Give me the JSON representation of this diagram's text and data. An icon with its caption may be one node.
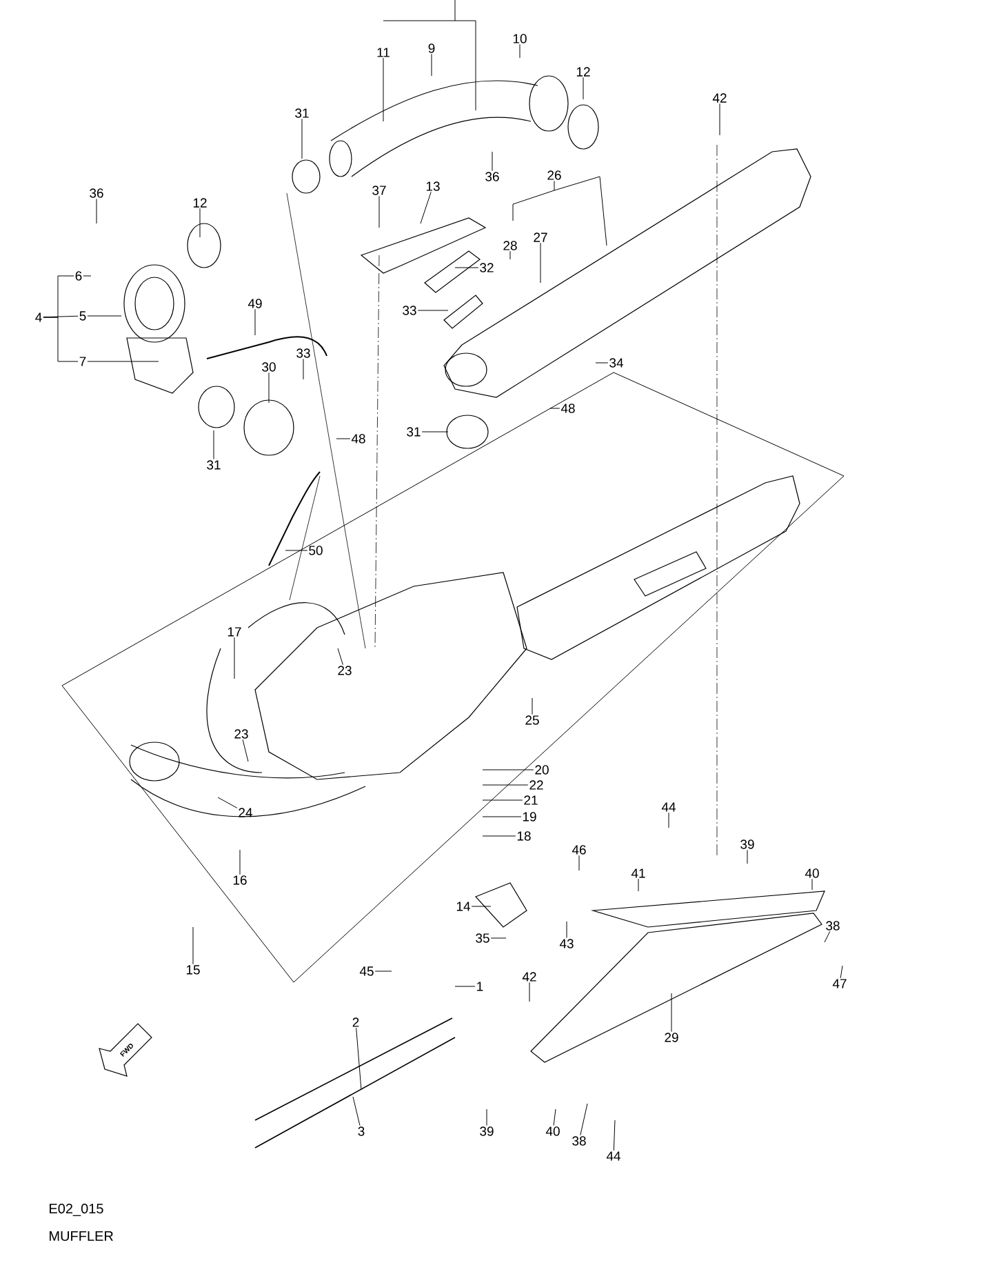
{
  "diagram": {
    "nodes": [
      {
        "text": [
          "10"
        ]
      },
      {
        "text": [
          "9"
        ]
      },
      {
        "text": [
          "11"
        ]
      },
      {
        "text": [
          "12"
        ]
      },
      {
        "text": [
          "42"
        ]
      },
      {
        "text": [
          "31"
        ]
      },
      {
        "text": [
          "26"
        ]
      },
      {
        "text": [
          "36"
        ]
      },
      {
        "text": [
          "13"
        ]
      },
      {
        "text": [
          "37"
        ]
      },
      {
        "text": [
          "36"
        ]
      },
      {
        "text": [
          "12"
        ]
      },
      {
        "text": [
          "27"
        ]
      },
      {
        "text": [
          "28"
        ]
      },
      {
        "text": [
          "32"
        ]
      },
      {
        "text": [
          "6"
        ]
      },
      {
        "text": [
          "49"
        ]
      },
      {
        "text": [
          "33"
        ]
      },
      {
        "text": [
          "4"
        ]
      },
      {
        "text": [
          "5"
        ]
      },
      {
        "text": [
          "33"
        ]
      },
      {
        "text": [
          "7"
        ]
      },
      {
        "text": [
          "34"
        ]
      },
      {
        "text": [
          "30"
        ]
      },
      {
        "text": [
          "48"
        ]
      },
      {
        "text": [
          "31"
        ]
      },
      {
        "text": [
          "48"
        ]
      },
      {
        "text": [
          "31"
        ]
      },
      {
        "text": [
          "50"
        ]
      },
      {
        "text": [
          "17"
        ]
      },
      {
        "text": [
          "23"
        ]
      },
      {
        "text": [
          "25"
        ]
      },
      {
        "text": [
          "23"
        ]
      },
      {
        "text": [
          "20"
        ]
      },
      {
        "text": [
          "22"
        ]
      },
      {
        "text": [
          "21"
        ]
      },
      {
        "text": [
          "44"
        ]
      },
      {
        "text": [
          "24"
        ]
      },
      {
        "text": [
          "19"
        ]
      },
      {
        "text": [
          "18"
        ]
      },
      {
        "text": [
          "39"
        ]
      },
      {
        "text": [
          "46"
        ]
      },
      {
        "text": [
          "40"
        ]
      },
      {
        "text": [
          "41"
        ]
      },
      {
        "text": [
          "16"
        ]
      },
      {
        "text": [
          "14"
        ]
      },
      {
        "text": [
          "38"
        ]
      },
      {
        "text": [
          "35"
        ]
      },
      {
        "text": [
          "43"
        ]
      },
      {
        "text": [
          "15"
        ]
      },
      {
        "text": [
          "45"
        ]
      },
      {
        "text": [
          "42"
        ]
      },
      {
        "text": [
          "1"
        ]
      },
      {
        "text": [
          "47"
        ]
      },
      {
        "text": [
          "2"
        ]
      },
      {
        "text": [
          "29"
        ]
      },
      {
        "text": [
          "3"
        ]
      },
      {
        "text": [
          "39"
        ]
      },
      {
        "text": [
          "40"
        ]
      },
      {
        "text": [
          "38"
        ]
      },
      {
        "text": [
          "44"
        ]
      }
    ],
    "edges": [
      {
        "from": 0,
        "to": null,
        "arrow": "none"
      },
      {
        "from": 1,
        "to": null,
        "arrow": "none"
      },
      {
        "from": 2,
        "to": null,
        "arrow": "none"
      },
      {
        "from": 3,
        "to": null,
        "arrow": "none"
      },
      {
        "from": 4,
        "to": null,
        "arrow": "none"
      },
      {
        "from": 5,
        "to": null,
        "arrow": "none"
      },
      {
        "from": 6,
        "to": null,
        "arrow": "none"
      },
      {
        "from": 7,
        "to": null,
        "arrow": "none"
      },
      {
        "from": 8,
        "to": null,
        "arrow": "none"
      },
      {
        "from": 9,
        "to": null,
        "arrow": "none"
      },
      {
        "from": 10,
        "to": null,
        "arrow": "none"
      },
      {
        "from": 11,
        "to": null,
        "arrow": "none"
      },
      {
        "from": 12,
        "to": null,
        "arrow": "none"
      },
      {
        "from": 13,
        "to": null,
        "arrow": "none"
      },
      {
        "from": 14,
        "to": null,
        "arrow": "none"
      },
      {
        "from": 15,
        "to": null,
        "arrow": "none"
      },
      {
        "from": 16,
        "to": null,
        "arrow": "none"
      },
      {
        "from": 17,
        "to": null,
        "arrow": "none"
      },
      {
        "from": 18,
        "to": 15,
        "arrow": "none"
      },
      {
        "from": 18,
        "to": 19,
        "arrow": "none"
      },
      {
        "from": 18,
        "to": 21,
        "arrow": "none"
      },
      {
        "from": 19,
        "to": null,
        "arrow": "none"
      },
      {
        "from": 20,
        "to": null,
        "arrow": "none"
      },
      {
        "from": 21,
        "to": null,
        "arrow": "none"
      },
      {
        "from": 22,
        "to": null,
        "arrow": "none"
      },
      {
        "from": 23,
        "to": null,
        "arrow": "none"
      },
      {
        "from": 24,
        "to": null,
        "arrow": "none"
      },
      {
        "from": 25,
        "to": null,
        "arrow": "none"
      },
      {
        "from": 26,
        "to": null,
        "arrow": "none"
      },
      {
        "from": 27,
        "to": null,
        "arrow": "none"
      },
      {
        "from": 28,
        "to": null,
        "arrow": "none"
      },
      {
        "from": 29,
        "to": null,
        "arrow": "none"
      },
      {
        "from": 30,
        "to": null,
        "arrow": "none"
      },
      {
        "from": 31,
        "to": null,
        "arrow": "none"
      },
      {
        "from": 32,
        "to": null,
        "arrow": "none"
      },
      {
        "from": 33,
        "to": null,
        "arrow": "none"
      },
      {
        "from": 34,
        "to": null,
        "arrow": "none"
      },
      {
        "from": 35,
        "to": null,
        "arrow": "none"
      },
      {
        "from": 36,
        "to": null,
        "arrow": "none"
      },
      {
        "from": 37,
        "to": null,
        "arrow": "none"
      },
      {
        "from": 38,
        "to": null,
        "arrow": "none"
      },
      {
        "from": 39,
        "to": null,
        "arrow": "none"
      },
      {
        "from": 40,
        "to": null,
        "arrow": "none"
      },
      {
        "from": 41,
        "to": null,
        "arrow": "none"
      },
      {
        "from": 42,
        "to": null,
        "arrow": "none"
      },
      {
        "from": 43,
        "to": null,
        "arrow": "none"
      },
      {
        "from": 44,
        "to": null,
        "arrow": "none"
      },
      {
        "from": 45,
        "to": null,
        "arrow": "none"
      },
      {
        "from": 46,
        "to": null,
        "arrow": "none"
      },
      {
        "from": 47,
        "to": null,
        "arrow": "none"
      },
      {
        "from": 48,
        "to": null,
        "arrow": "none"
      },
      {
        "from": 49,
        "to": null,
        "arrow": "none"
      },
      {
        "from": 50,
        "to": null,
        "arrow": "none"
      },
      {
        "from": 51,
        "to": null,
        "arrow": "none"
      },
      {
        "from": 52,
        "to": null,
        "arrow": "none"
      },
      {
        "from": 53,
        "to": null,
        "arrow": "none"
      },
      {
        "from": 54,
        "to": null,
        "arrow": "none"
      },
      {
        "from": 55,
        "to": null,
        "arrow": "none"
      },
      {
        "from": 56,
        "to": null,
        "arrow": "none"
      },
      {
        "from": 57,
        "to": null,
        "arrow": "none"
      },
      {
        "from": 58,
        "to": null,
        "arrow": "none"
      },
      {
        "from": 59,
        "to": null,
        "arrow": "none"
      },
      {
        "from": 60,
        "to": null,
        "arrow": "none"
      }
    ],
    "labels": [
      "FWD",
      "E02_015",
      "MUFFLER"
    ]
  }
}
